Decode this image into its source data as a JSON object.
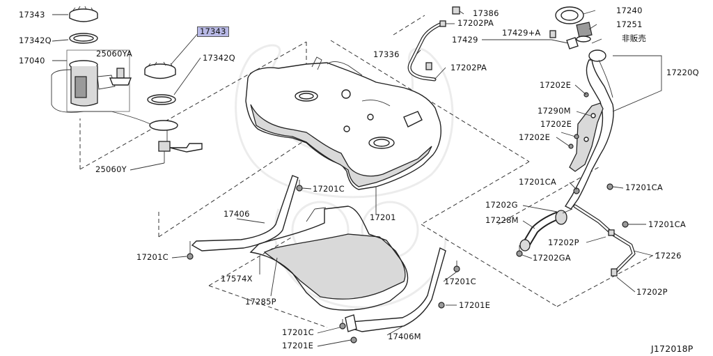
{
  "diagram": {
    "code": "J172018P",
    "labels": {
      "p17343_a": "17343",
      "p17342q_a": "17342Q",
      "p17040": "17040",
      "p25060ya": "25060YA",
      "p17343_b": "17343",
      "p17342q_b": "17342Q",
      "p25060y": "25060Y",
      "p17386": "17386",
      "p17202pa_a": "17202PA",
      "p17429": "17429",
      "p17429a": "17429+A",
      "p17336": "17336",
      "p17202pa_b": "17202PA",
      "p17240": "17240",
      "p17251": "17251",
      "p_nonsale": "非販売",
      "p17220q": "17220Q",
      "p17202e_a": "17202E",
      "p17290m": "17290M",
      "p17202e_b": "17202E",
      "p17202e_c": "17202E",
      "p17201ca_a": "17201CA",
      "p17201ca_b": "17201CA",
      "p17202g": "17202G",
      "p17228m": "17228M",
      "p17201ca_c": "17201CA",
      "p17202p_a": "17202P",
      "p17202ga": "17202GA",
      "p17226": "17226",
      "p17202p_b": "17202P",
      "p17201c_a": "17201C",
      "p17406": "17406",
      "p17201": "17201",
      "p17201c_b": "17201C",
      "p17574x": "17574X",
      "p17285p": "17285P",
      "p17201c_c": "17201C",
      "p17201e_a": "17201E",
      "p17201c_d": "17201C",
      "p17201e_b": "17201E",
      "p17406m": "17406M"
    }
  }
}
